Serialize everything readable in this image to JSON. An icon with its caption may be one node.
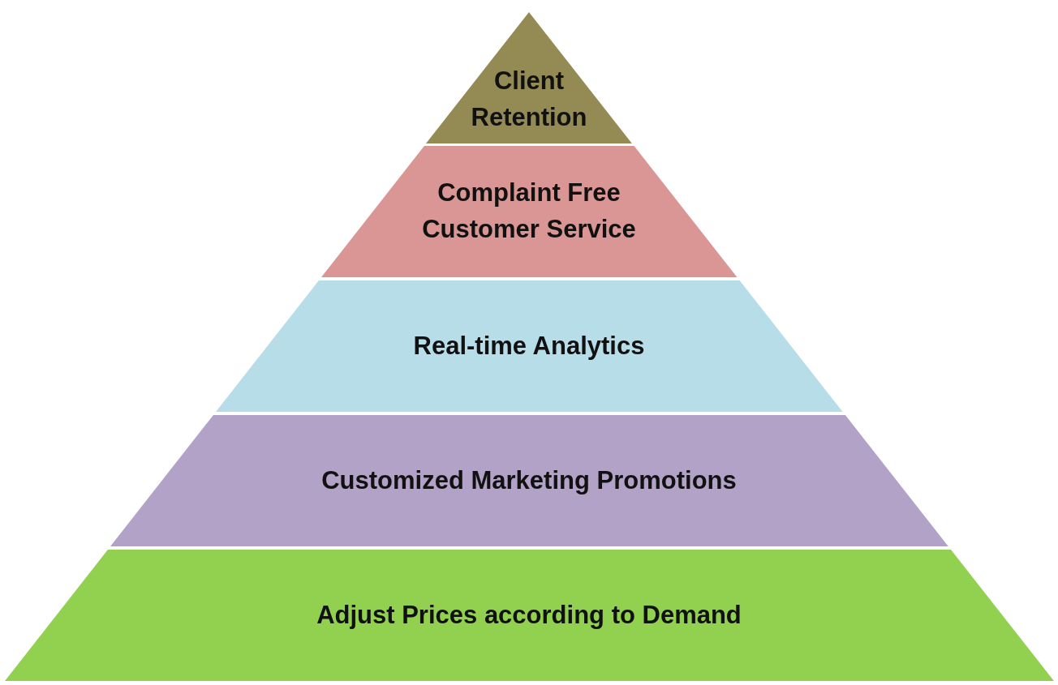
{
  "diagram": {
    "nodes": [
      {
        "text": [
          "Client Retention"
        ]
      },
      {
        "text": [
          "Complaint Free Customer Service"
        ]
      },
      {
        "text": [
          "Real-time Analytics"
        ]
      },
      {
        "text": [
          "Customized Marketing Promotions"
        ]
      },
      {
        "text": [
          "Adjust Prices according to Demand"
        ]
      }
    ]
  }
}
